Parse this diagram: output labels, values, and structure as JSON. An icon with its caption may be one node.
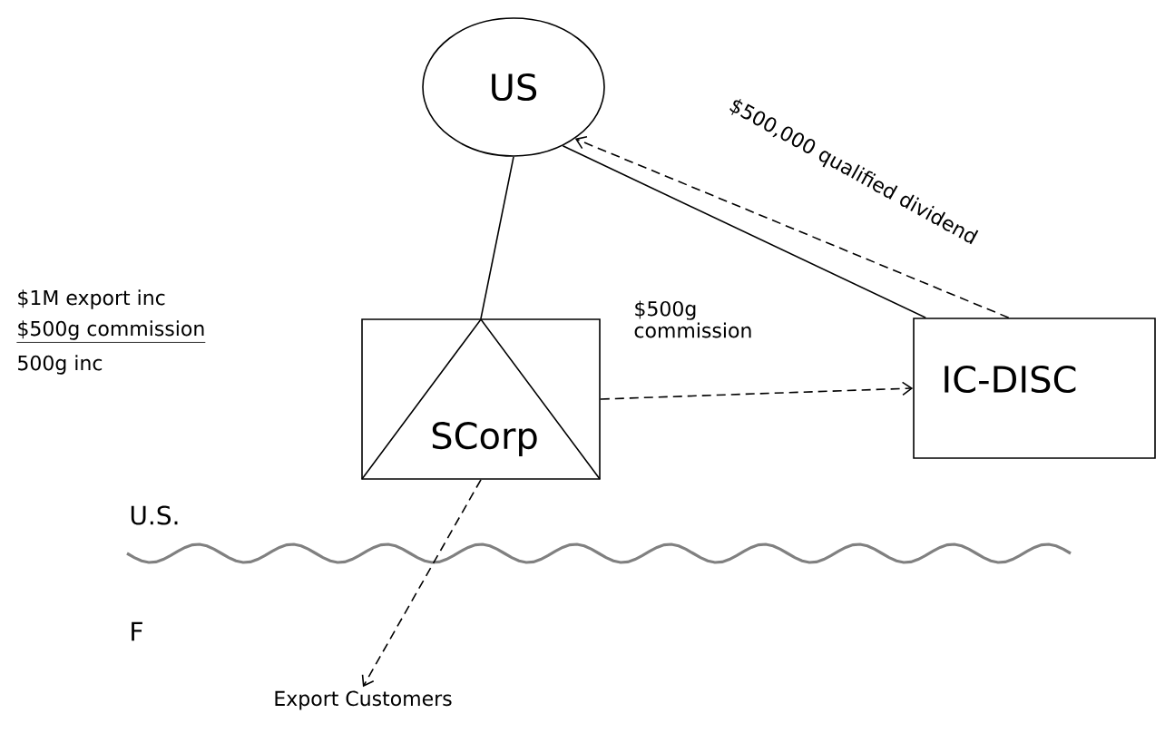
{
  "diagram": {
    "nodes": [
      {
        "text": [
          "US"
        ]
      },
      {
        "text": [
          "SCorp"
        ]
      },
      {
        "text": [
          "IC-DISC"
        ]
      },
      {
        "text": [
          "Export Customers"
        ]
      }
    ],
    "edges": [
      {
        "from": 0,
        "to": 1,
        "arrow": "none"
      },
      {
        "from": 0,
        "to": 2,
        "arrow": "none"
      },
      {
        "from": 1,
        "to": 2,
        "arrow": "to",
        "style": "dashed",
        "label": "$500g commission"
      },
      {
        "from": 2,
        "to": 0,
        "arrow": "to",
        "style": "dashed",
        "label": "$500,000 qualified dividend"
      },
      {
        "from": 1,
        "to": 3,
        "arrow": "to",
        "style": "dashed"
      }
    ],
    "labels": [
      "$1M export inc",
      "$500g commission",
      "500g inc",
      "U.S.",
      "F"
    ]
  }
}
